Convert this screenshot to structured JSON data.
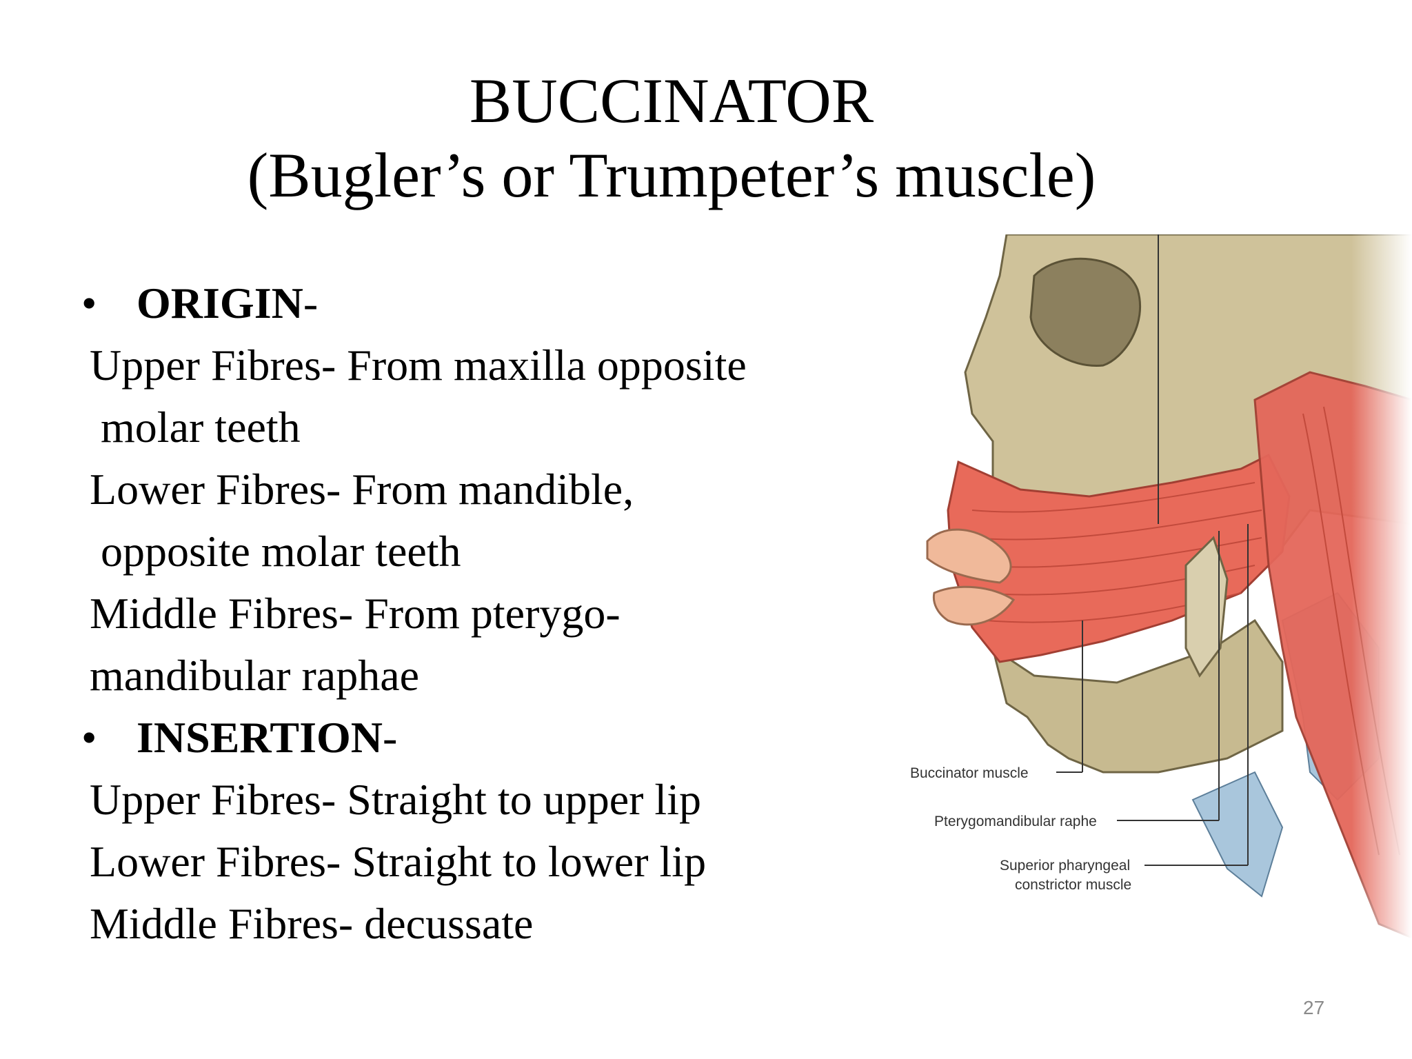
{
  "title": {
    "line1": "BUCCINATOR",
    "line2": "(Bugler’s or Trumpeter’s muscle)"
  },
  "origin": {
    "heading": "ORIGIN",
    "suffix": "-",
    "lines": [
      "Upper Fibres- From maxilla opposite",
      "molar teeth",
      "Lower Fibres- From mandible,",
      "opposite molar teeth",
      "Middle Fibres- From pterygo-",
      "mandibular raphae"
    ]
  },
  "insertion": {
    "heading": "INSERTION",
    "suffix": "-",
    "lines": [
      "Upper Fibres- Straight to upper lip",
      "Lower Fibres- Straight to lower lip",
      "Middle Fibres- decussate"
    ]
  },
  "figure": {
    "labels": {
      "buccinator": "Buccinator muscle",
      "raphe": "Pterygomandibular raphe",
      "constrictor_line1": "Superior pharyngeal",
      "constrictor_line2": "constrictor muscle"
    },
    "colors": {
      "bone": "#cfc29a",
      "muscle": "#e86a5a",
      "lip": "#f0b99a",
      "cartilage": "#a9c6dc"
    }
  },
  "page_number": "27"
}
